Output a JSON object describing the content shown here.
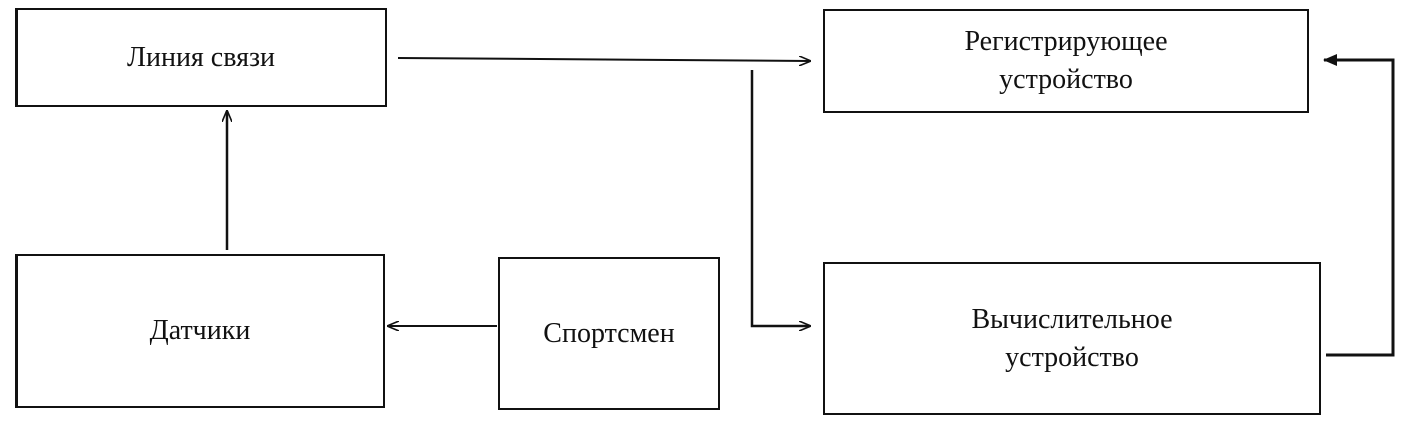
{
  "diagram": {
    "nodes": {
      "comm_line": {
        "label": "Линия связи"
      },
      "recorder": {
        "label": "Регистрирующее\nустройство"
      },
      "sensors": {
        "label": "Датчики"
      },
      "athlete": {
        "label": "Спортсмен"
      },
      "computer": {
        "label": "Вычислительное\nустройство"
      }
    },
    "edges": [
      {
        "from": "athlete",
        "to": "sensors"
      },
      {
        "from": "sensors",
        "to": "comm_line"
      },
      {
        "from": "comm_line",
        "to": "recorder"
      },
      {
        "from": "comm_line",
        "to": "computer"
      },
      {
        "from": "computer",
        "to": "recorder"
      }
    ],
    "colors": {
      "ink": "#111111",
      "background": "#ffffff"
    }
  }
}
